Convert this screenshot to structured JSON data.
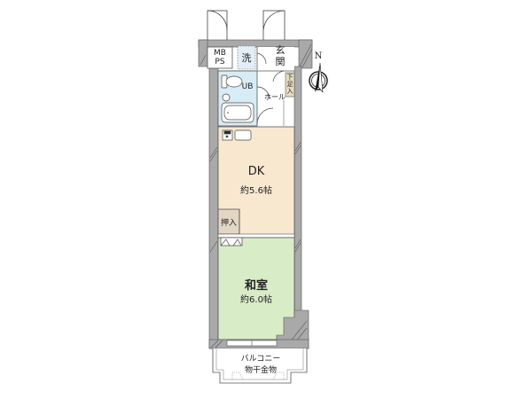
{
  "plan": {
    "rooms": {
      "mbps": {
        "line1": "MB",
        "line2": "PS"
      },
      "laundry": {
        "label": "洗"
      },
      "entrance": {
        "label": "玄関"
      },
      "shoe_closet": {
        "label": "下足入"
      },
      "hall": {
        "label": "ホール"
      },
      "bath": {
        "label": "UB"
      },
      "dk": {
        "name": "DK",
        "size": "約5.6帖"
      },
      "closet": {
        "label": "押入"
      },
      "washitsu": {
        "name": "和室",
        "size": "約6.0帖"
      },
      "balcony": {
        "label": "バルコニー",
        "sub": "物干金物"
      }
    },
    "compass": {
      "label": "N"
    },
    "colors": {
      "wall": "#a9a9a9",
      "dk_floor": "#f8e8cf",
      "washitsu_floor": "#d9ecc8",
      "bath_floor": "#d8ecf6",
      "closet_floor": "#e3d6c3",
      "shoe_floor": "#e8dcc0"
    }
  }
}
